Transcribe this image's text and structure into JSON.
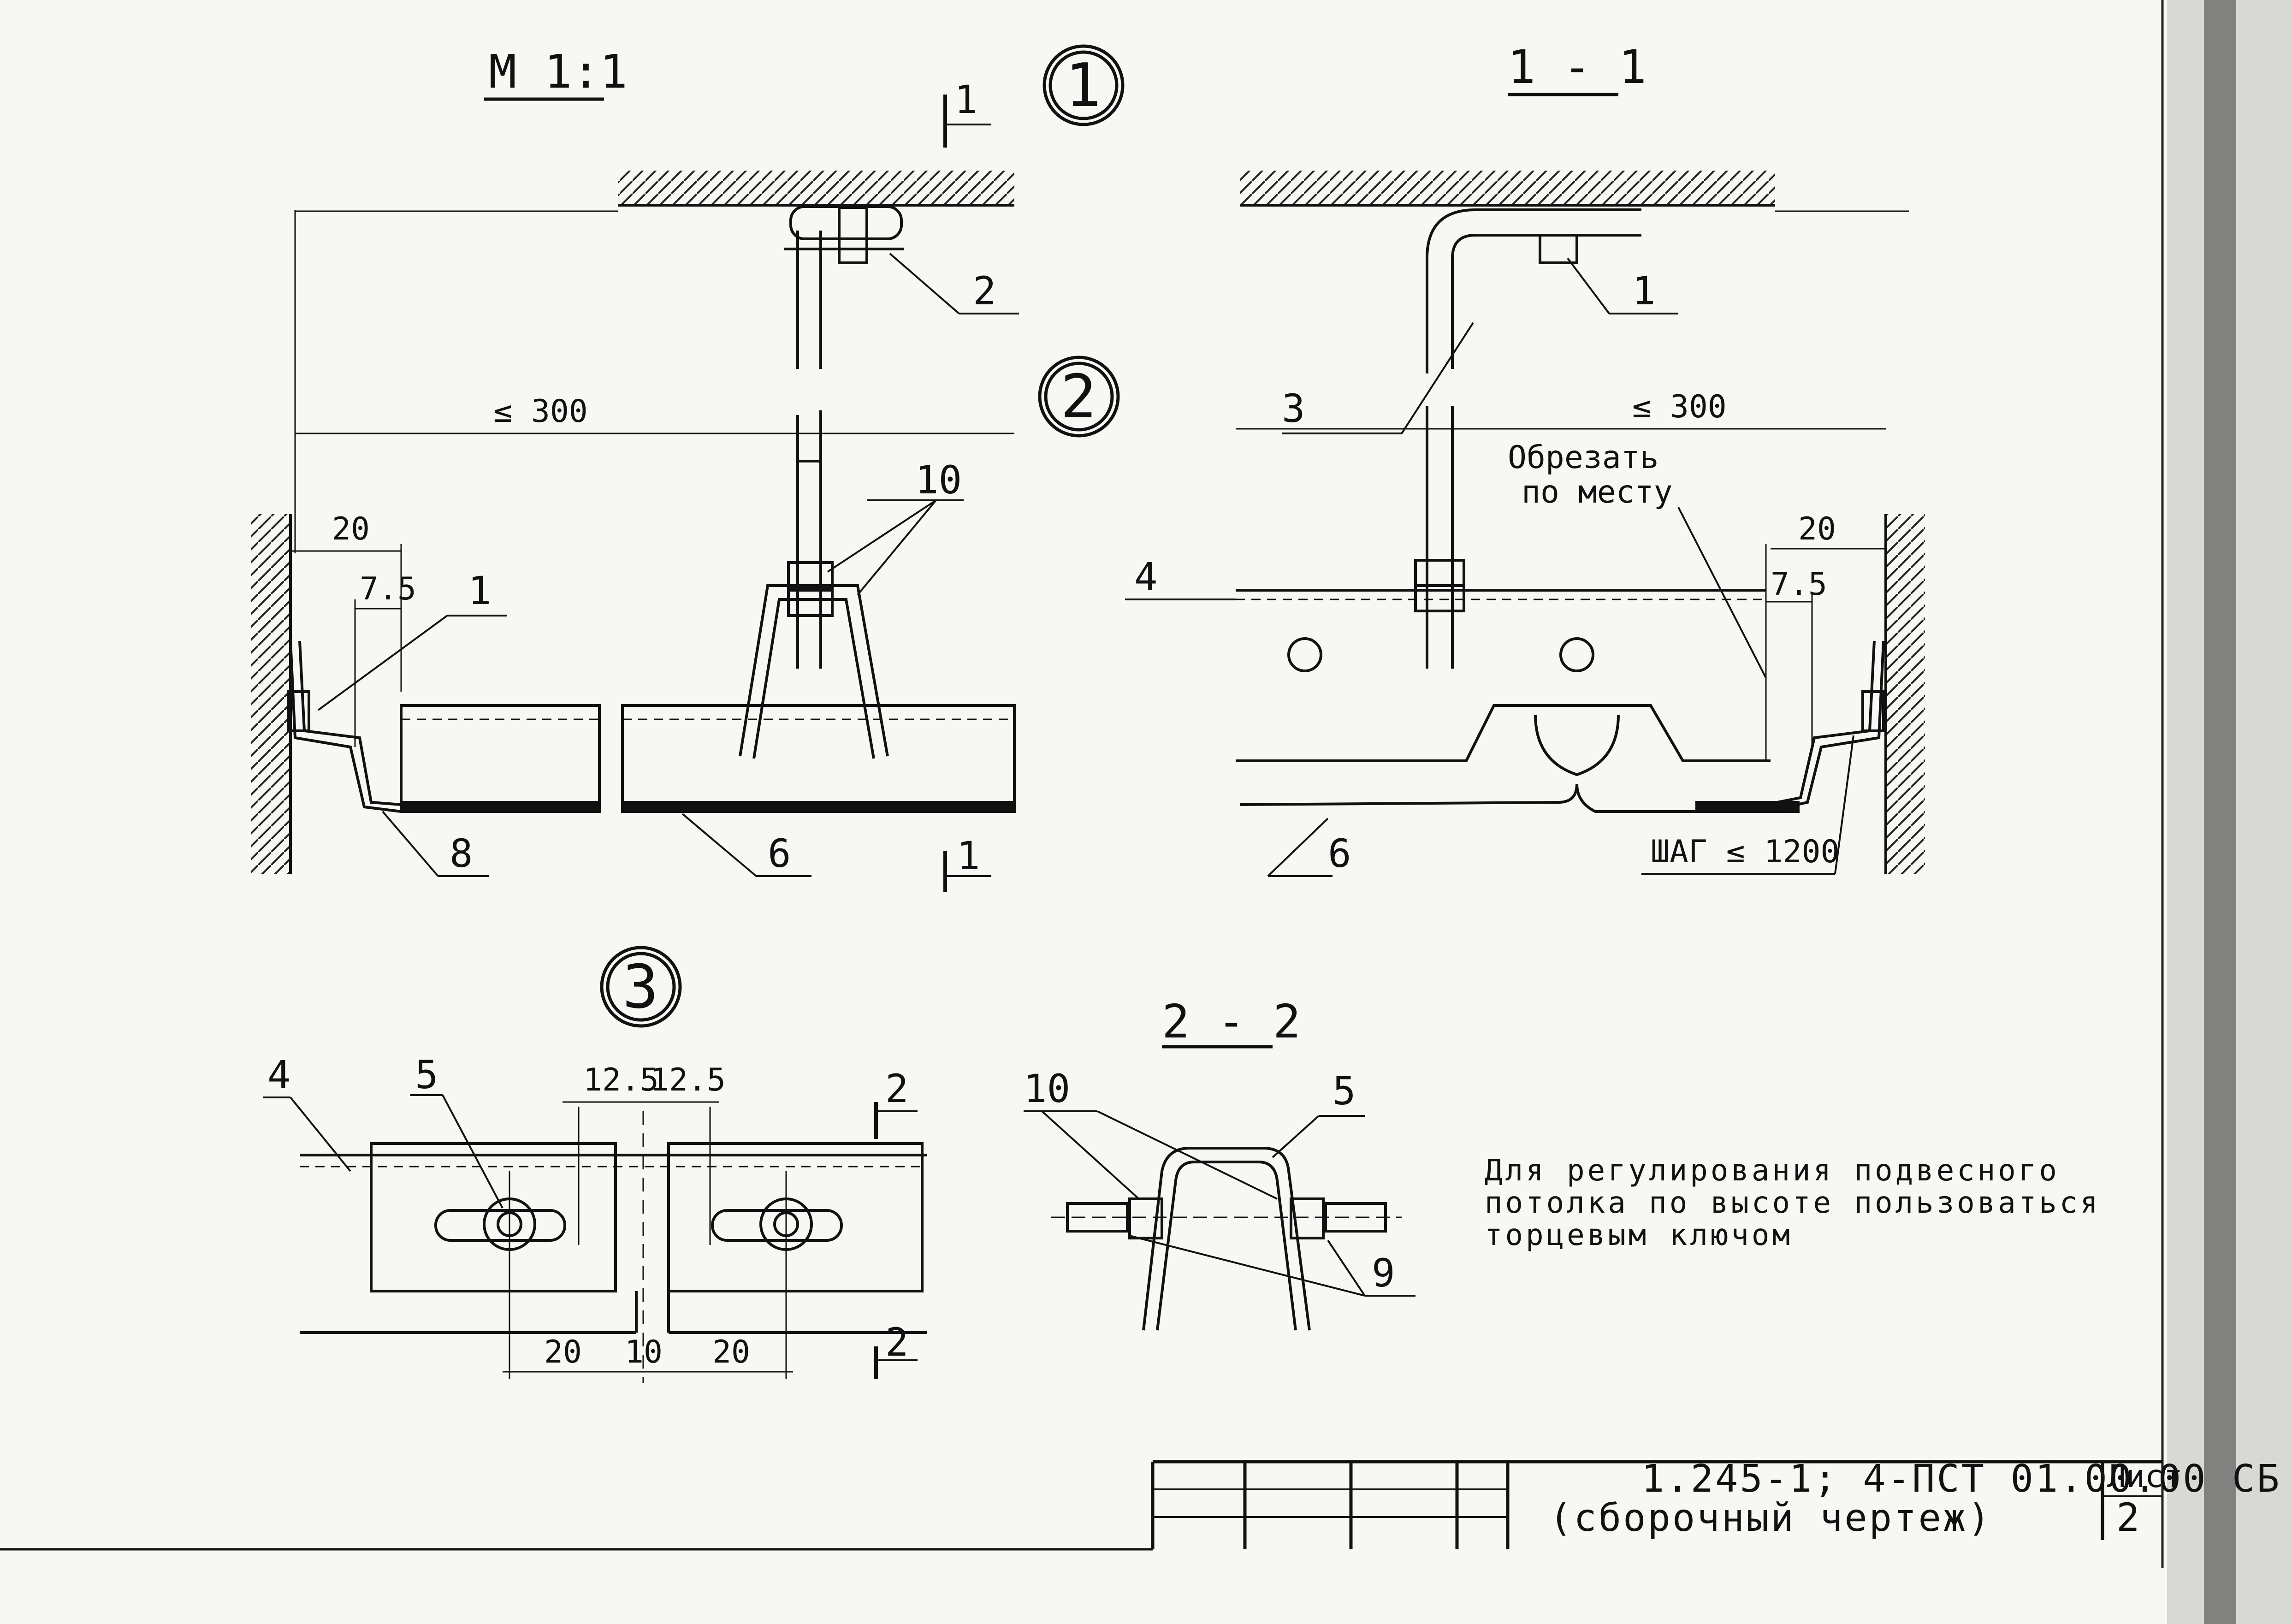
{
  "views": {
    "scale_label": "М 1:1",
    "section_11": "1 - 1",
    "section_22": "2 - 2",
    "circle_1": "1",
    "circle_2": "2",
    "circle_3": "3"
  },
  "section_marks": {
    "cut_1": "1",
    "cut_2": "2"
  },
  "dimensions": {
    "max_span_left": "≤ 300",
    "max_span_right": "≤ 300",
    "edge_20_left": "20",
    "edge_75_left": "7.5",
    "edge_20_right": "20",
    "edge_75_right": "7.5",
    "gap_125_a": "12.5",
    "gap_125_b": "12.5",
    "bottom_20_a": "20",
    "bottom_10": "10",
    "bottom_20_b": "20"
  },
  "positions": {
    "p1": "1",
    "p2": "2",
    "p3": "3",
    "p4": "4",
    "p5": "5",
    "p6": "6",
    "p8": "8",
    "p9": "9",
    "p10": "10"
  },
  "notes": {
    "cut_in_place_line1": "Обрезать",
    "cut_in_place_line2": "по месту",
    "step": "ШАГ ≤ 1200",
    "adjust_line1": "Для регулирования подвесного",
    "adjust_line2": "потолка по высоте пользоваться",
    "adjust_line3": "торцевым ключом"
  },
  "title_block": {
    "code": "1.245-1; 4-ПСТ 01.00.00 СБ",
    "name": "(сборочный чертеж)",
    "sheet_label": "Лист",
    "sheet_number": "2"
  }
}
